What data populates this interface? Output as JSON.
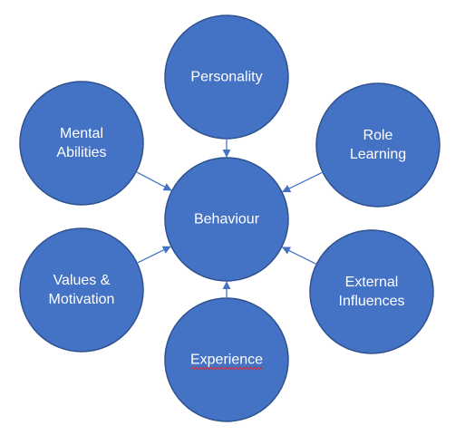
{
  "diagram": {
    "colors": {
      "node_fill": "#4472C4",
      "node_stroke": "#2F528F",
      "label": "#FFFFFF",
      "arrow": "#4472C4",
      "spellcheck_underline": "#E03030"
    },
    "center": {
      "id": "behaviour",
      "lines": [
        "Behaviour"
      ]
    },
    "nodes": [
      {
        "id": "personality",
        "lines": [
          "Personality"
        ]
      },
      {
        "id": "role-learning",
        "lines": [
          "Role",
          "Learning"
        ]
      },
      {
        "id": "external-influences",
        "lines": [
          "External",
          "Influences"
        ]
      },
      {
        "id": "experience",
        "lines": [
          "Experience"
        ],
        "spellcheck_underline": true
      },
      {
        "id": "values-motivation",
        "lines": [
          "Values &",
          "Motivation"
        ]
      },
      {
        "id": "mental-abilities",
        "lines": [
          "Mental",
          "Abilities"
        ]
      }
    ],
    "edges": [
      {
        "from": "personality",
        "to": "behaviour"
      },
      {
        "from": "role-learning",
        "to": "behaviour"
      },
      {
        "from": "external-influences",
        "to": "behaviour"
      },
      {
        "from": "experience",
        "to": "behaviour"
      },
      {
        "from": "values-motivation",
        "to": "behaviour"
      },
      {
        "from": "mental-abilities",
        "to": "behaviour"
      }
    ]
  }
}
